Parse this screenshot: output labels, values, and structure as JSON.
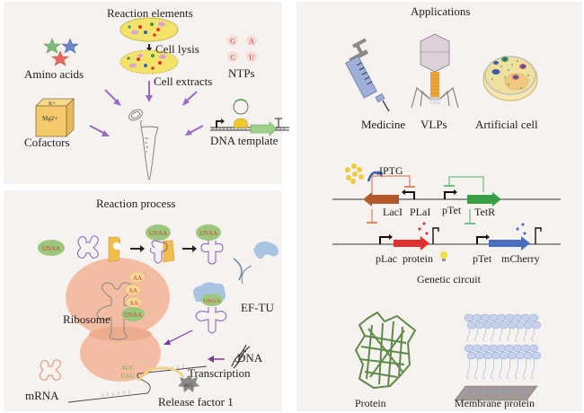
{
  "panels": {
    "elements": {
      "title": "Reaction elements",
      "labels": {
        "cell_lysis": "Cell lysis",
        "cell_extracts": "Cell extracts",
        "amino_acids": "Amino acids",
        "ntps": "NTPs",
        "cofactors": "Cofactors",
        "dna_template": "DNA template"
      },
      "nucleotides": [
        "G",
        "A",
        "C",
        "U"
      ],
      "ions": {
        "k": "K+",
        "mg": "Mg2+"
      }
    },
    "process": {
      "title": "Reaction process",
      "labels": {
        "unaa": "UNAA",
        "aa": "AA",
        "ef_tu": "EF-TU",
        "ribosome": "Ribosome",
        "dna": "DNA",
        "transcription": "Transcription",
        "mrna": "mRNA",
        "release_factor": "Release factor 1",
        "rf1": "RF1",
        "anticodon": "AUC",
        "codon": "UAG"
      }
    },
    "applications": {
      "title": "Applications",
      "items": [
        "Medicine",
        "VLPs",
        "Artificial cell"
      ],
      "genetic_circuit": {
        "title": "Genetic circuit",
        "labels": {
          "iptg": "IPTG",
          "laci": "LacI",
          "plal": "PLaI",
          "ptet_top": "pTet",
          "tetr": "TetR",
          "plac": "pLac",
          "protein": "protein",
          "ptet_bottom": "pTet",
          "mcherry": "mCherry"
        }
      },
      "bottom_items": [
        "Protein",
        "Membrane protein"
      ]
    }
  },
  "colors": {
    "panel_bg": "#f5f2f0",
    "arrow_purple": "#9b6bbf",
    "ribosome": "#f2b79a",
    "unaa_green": "#9cc77e",
    "unaa_text": "#d83a2a",
    "laci_brown": "#b4582a",
    "tetr_green": "#3aa046",
    "protein_red": "#e03030",
    "mcherry_blue": "#4a6fbf",
    "gfp_green": "#5e8a48",
    "eftu_blue": "#a9c4e0"
  }
}
